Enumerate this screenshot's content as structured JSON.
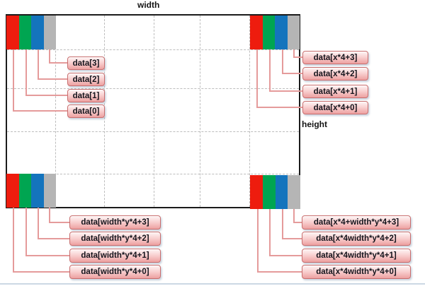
{
  "diagram": {
    "top_axis_label": "width",
    "right_axis_label": "height",
    "channel_colors": {
      "red": "#ee1c0e",
      "green": "#00a551",
      "blue": "#1474bd",
      "alpha": "#b5b5b5"
    },
    "corners": {
      "top_left": {
        "labels": [
          "data[3]",
          "data[2]",
          "data[1]",
          "data[0]"
        ]
      },
      "top_right": {
        "labels": [
          "data[x*4+3]",
          "data[x*4+2]",
          "data[x*4+1]",
          "data[x*4+0]"
        ]
      },
      "bottom_left": {
        "labels": [
          "data[width*y*4+3]",
          "data[width*y*4+2]",
          "data[width*y*4+1]",
          "data[width*y*4+0]"
        ]
      },
      "bottom_right": {
        "labels": [
          "data[x*4+width*y*4+3]",
          "data[x*4width*y*4+2]",
          "data[x*4width*y*4+1]",
          "data[x*4width*y*4+0]"
        ]
      }
    }
  }
}
